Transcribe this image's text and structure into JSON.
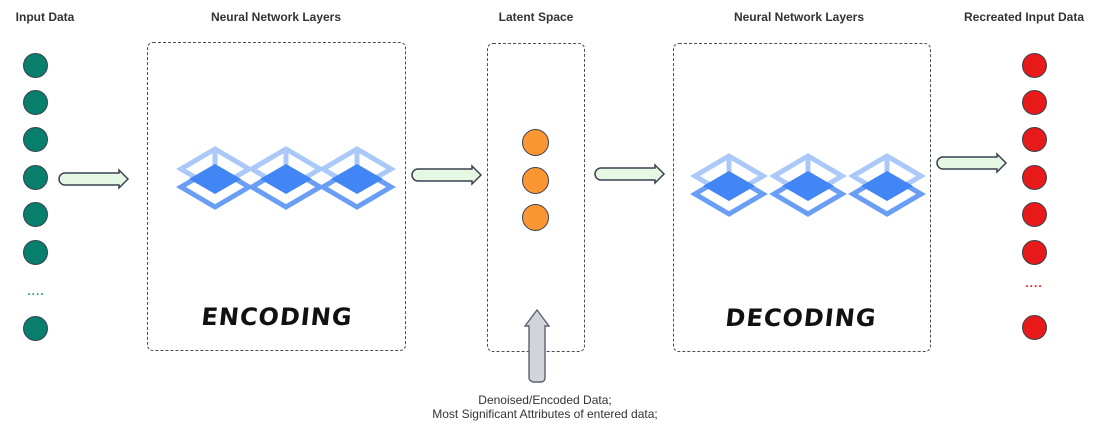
{
  "diagram": {
    "title": "Autoencoder",
    "sections": {
      "input": {
        "label": "Input Data",
        "node_count_shown": 7,
        "ellipsis": "....",
        "node_color": "#087e6c"
      },
      "encoder": {
        "label": "Neural Network Layers",
        "stage_text": "ENCODING",
        "layer_icons": 3
      },
      "latent": {
        "label": "Latent Space",
        "node_count": 3,
        "node_color": "#fb9632"
      },
      "decoder": {
        "label": "Neural Network Layers",
        "stage_text": "DECODING",
        "layer_icons": 3
      },
      "output": {
        "label": "Recreated Input Data",
        "node_count_shown": 7,
        "ellipsis": "....",
        "node_color": "#e81919"
      }
    },
    "annotation": {
      "line1": "Denoised/Encoded Data;",
      "line2": "Most Significant Attributes of entered data;"
    },
    "colors": {
      "arrow_fill": "#e4f8e4",
      "arrow_stroke": "#3a4150",
      "up_arrow_fill": "#d1d5db",
      "layer_light": "#aac8f8",
      "layer_mid": "#6a9ef4",
      "layer_dark": "#4285f4",
      "box_border": "#4a4f57"
    }
  }
}
